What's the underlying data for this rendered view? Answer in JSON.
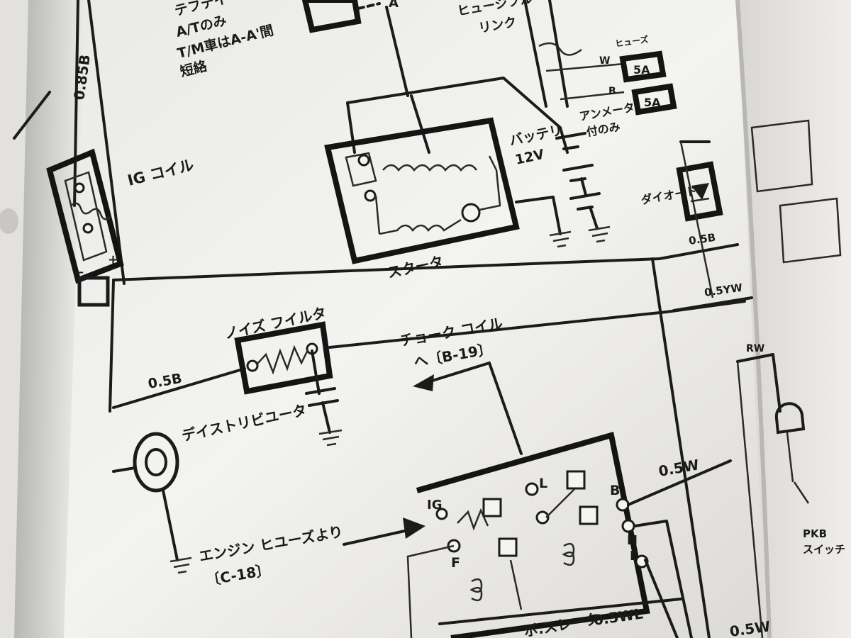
{
  "labels": {
    "top_note_1": "テフテイ",
    "top_note_2": "A/Tのみ",
    "top_note_3": "T/M車はA-A'間",
    "top_note_4": "短絡",
    "point_a": "A",
    "fusible_link": "ヒュージブル\nリンク",
    "fuse_header": "ヒューズ",
    "fuse1_rating": "5A",
    "fuse2_rating": "5A",
    "wire_w_top": "W",
    "wire_b_top": "B",
    "ammeter_note": "アンメータ\n付のみ",
    "battery": "バッテリ\n12V",
    "starter": "スタータ",
    "diode": "ダイオード",
    "wire_05b_right": "0.5B",
    "wire_05yw": "0.5YW",
    "ig_coil": "IG コイル",
    "wire_085b": "0.85B",
    "noise_filter": "ノイズ フイルタ",
    "wire_05b_left": "0.5B",
    "choke_coil": "チョーク コイル\nへ〔B-19〕",
    "distributor": "デイストリビユータ",
    "engine_fuse": "エンジン ヒユーズより\n〔C-18〕",
    "regulator": "ボ.スレータ",
    "term_ig": "IG",
    "term_f": "F",
    "term_l": "L",
    "term_b": "B",
    "term_n": "N",
    "term_e": "E",
    "wire_05w": "0.5W",
    "wire_05wl": "0.5WL",
    "wire_05w_bottom": "0.5W",
    "wire_rw": "RW",
    "pkb_switch": "PKB\nスイッチ"
  },
  "colors": {
    "paper": "#f1f1ee",
    "ink": "#1b1b1b",
    "background": "#6b6661"
  },
  "icons": [
    "coil-icon",
    "resistor-icon",
    "ground-icon",
    "diode-icon",
    "battery-icon",
    "motor-icon",
    "arrow-icon",
    "bulb-icon"
  ]
}
